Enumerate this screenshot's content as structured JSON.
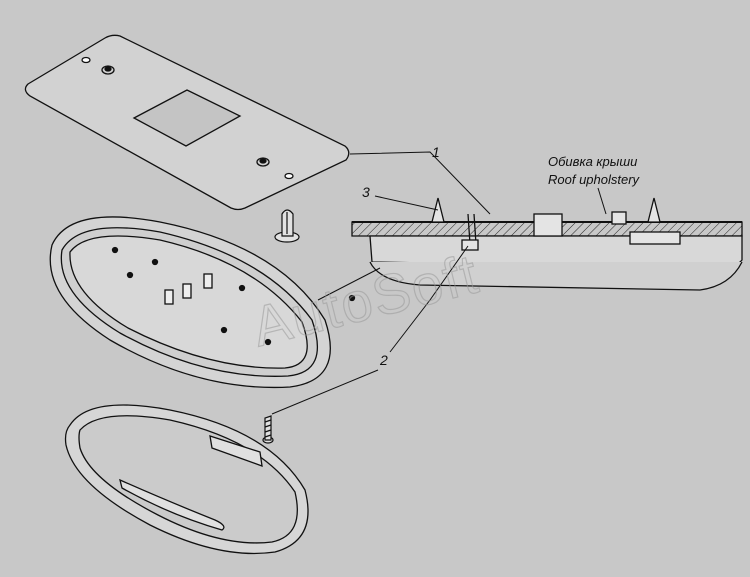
{
  "callouts": {
    "c1": "1",
    "c2": "2",
    "c3": "3"
  },
  "caption": {
    "ru": "Обивка крыши",
    "en": "Roof upholstery"
  },
  "watermark": "AutoSoft",
  "colors": {
    "background": "#c8c8c8",
    "line": "#111111",
    "part_fill": "#d2d2d2"
  }
}
